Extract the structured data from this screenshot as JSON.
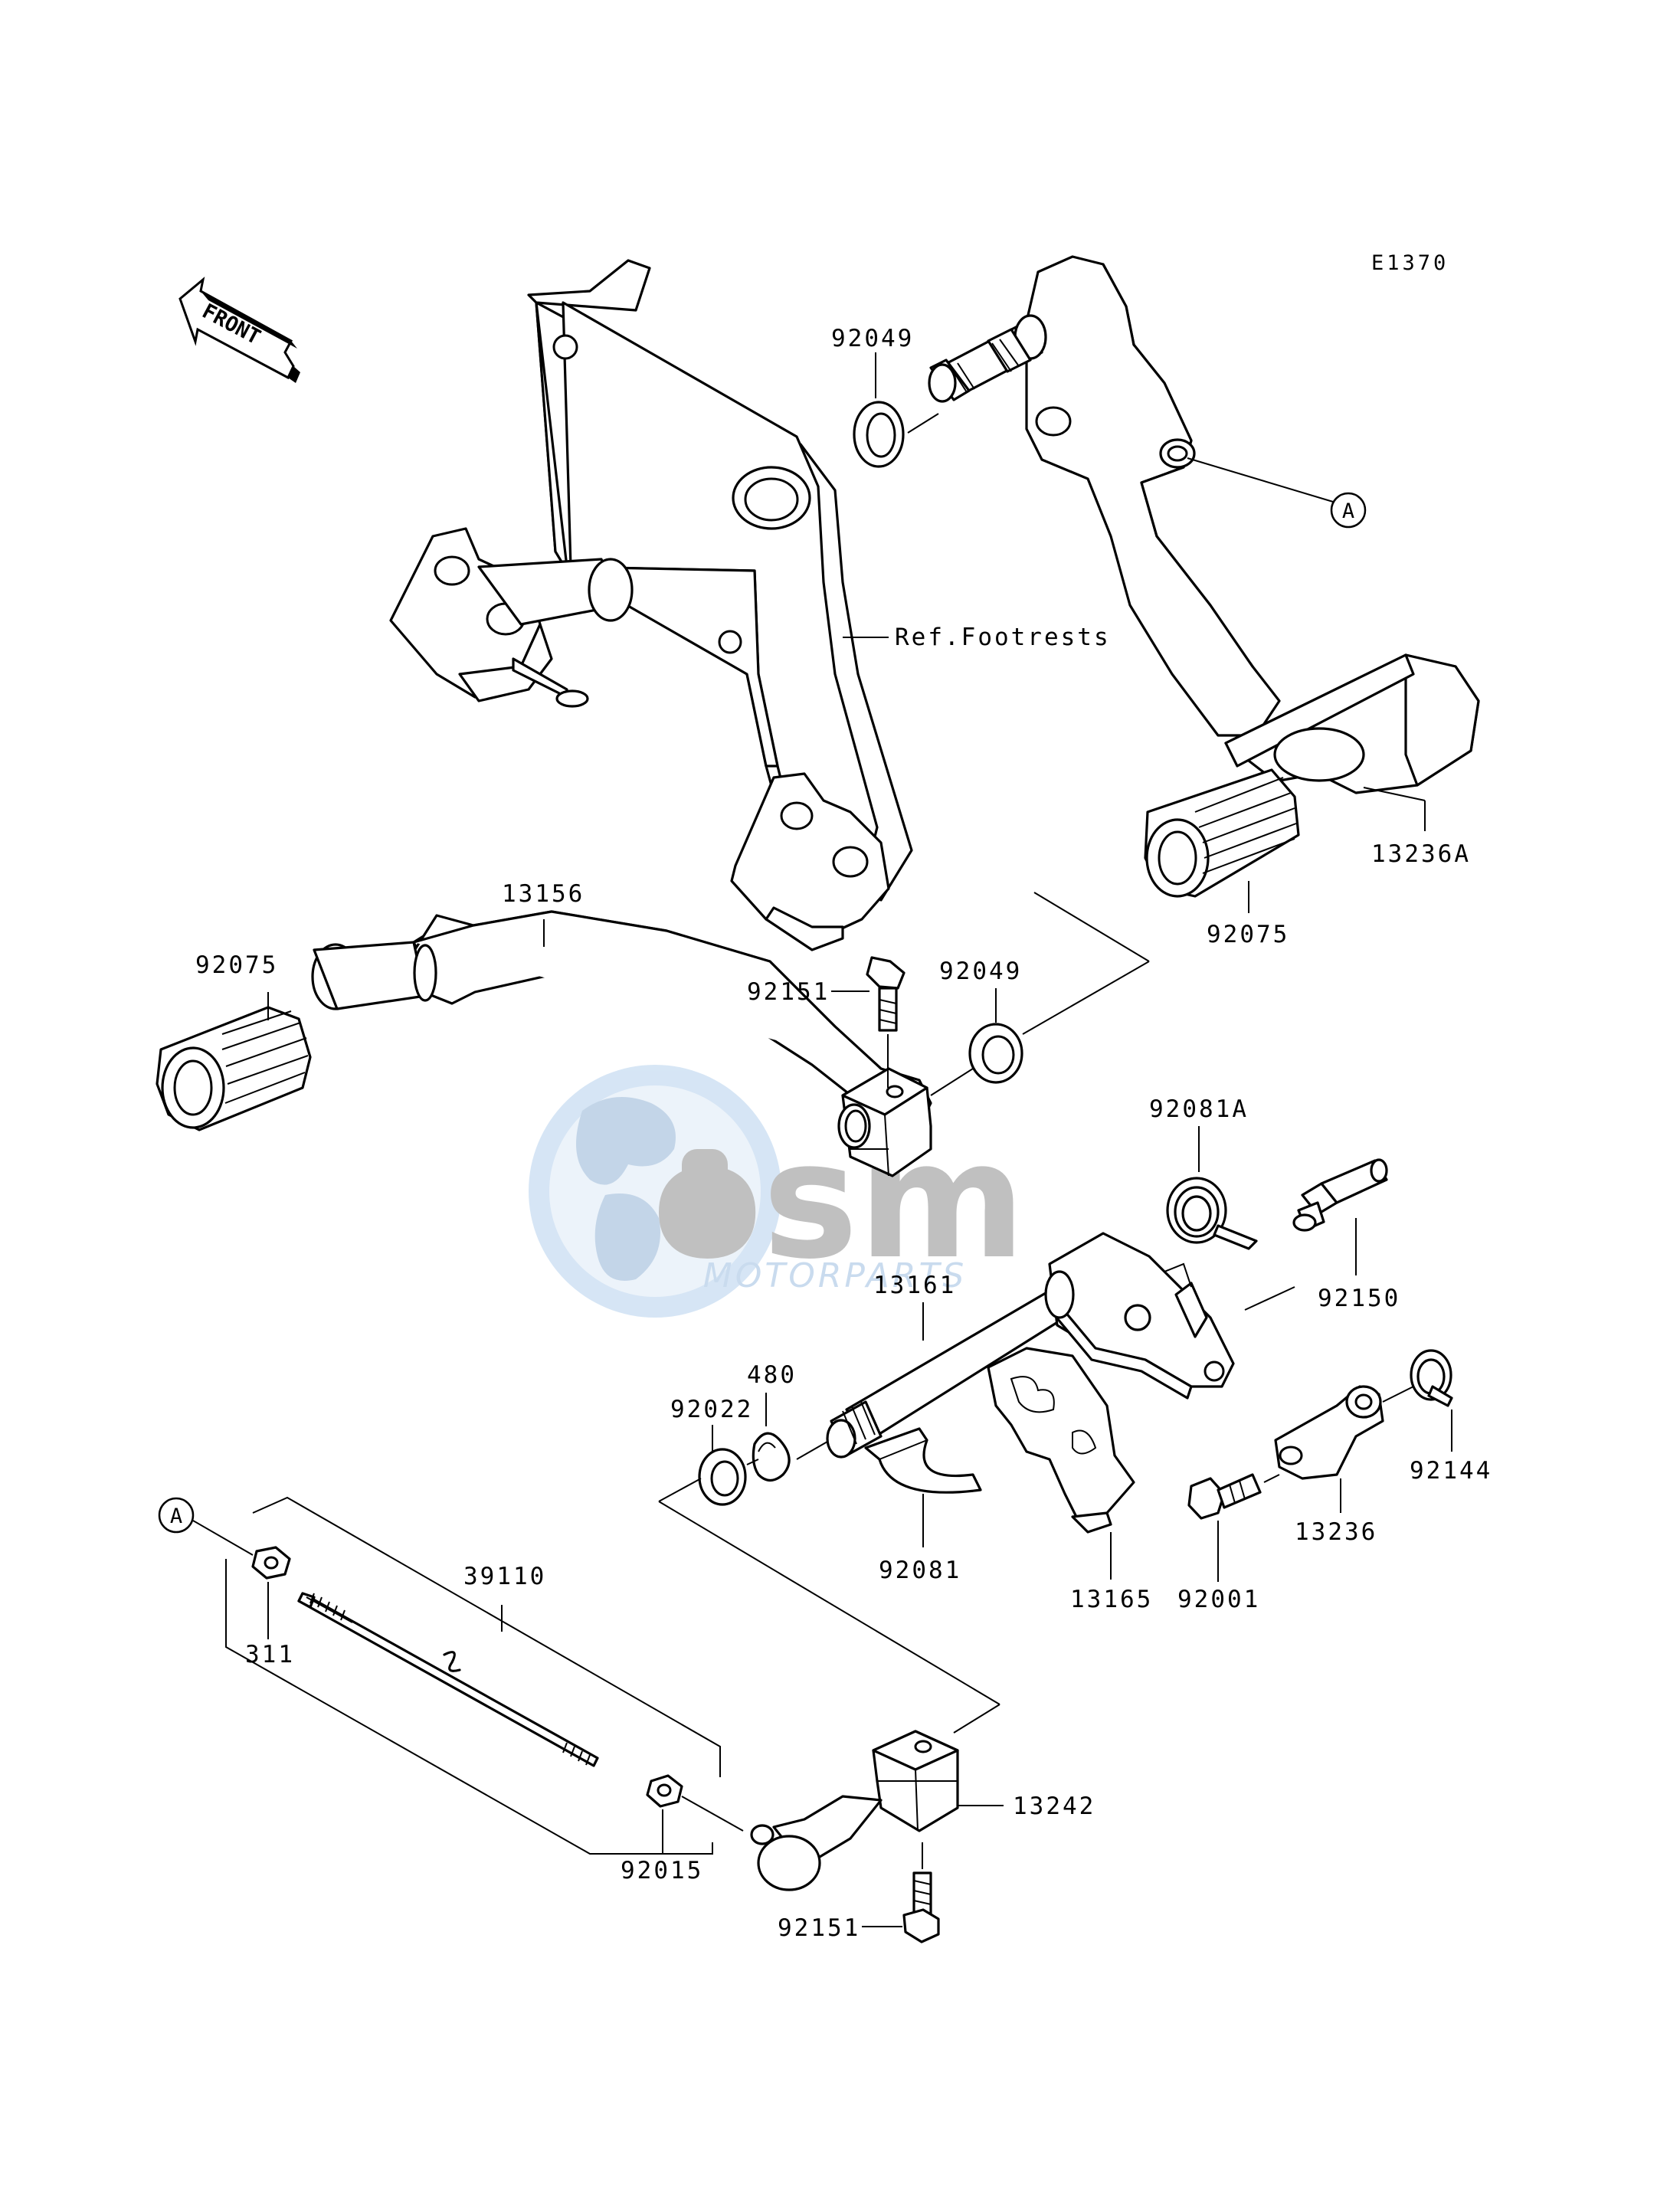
{
  "diagram_code": "E1370",
  "front_label": "FRONT",
  "ref_label": "Ref.Footrests",
  "watermark": {
    "brand": "osm",
    "sub": "MOTORPARTS",
    "color": "#3f7fc4"
  },
  "callout_A": "A",
  "parts": {
    "p92049_top": "92049",
    "p13236A": "13236A",
    "p92075_right": "92075",
    "p13156": "13156",
    "p92075_left": "92075",
    "p92151_top": "92151",
    "p92049_mid": "92049",
    "p92081A": "92081A",
    "p13161": "13161",
    "p92150": "92150",
    "p92022": "92022",
    "p480": "480",
    "p92144": "92144",
    "p13236": "13236",
    "p92081": "92081",
    "p13165": "13165",
    "p92001": "92001",
    "p39110": "39110",
    "p311": "311",
    "p13242": "13242",
    "p92015": "92015",
    "p92151_bottom": "92151"
  }
}
